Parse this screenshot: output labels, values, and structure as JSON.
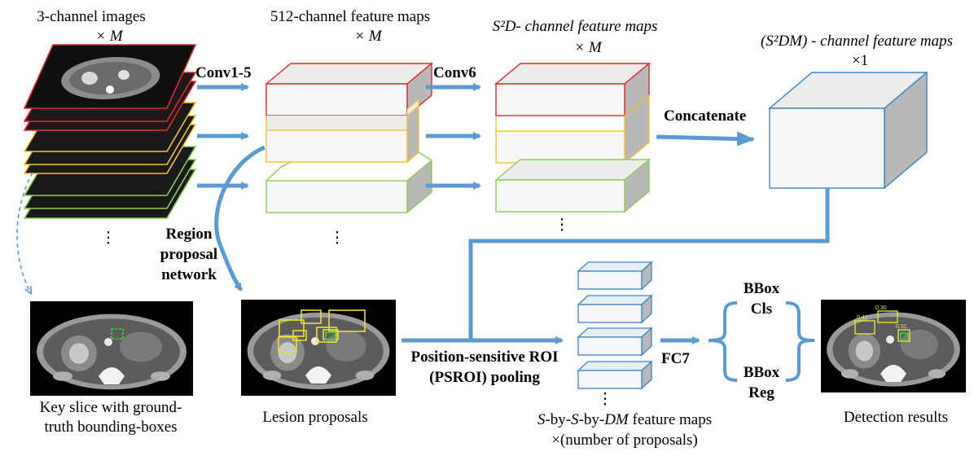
{
  "colors": {
    "arrow": "#5b9bd5",
    "red": "#e0292b",
    "yellow": "#f2c232",
    "green": "#8fcb5a",
    "blue_edge": "#3c86c4",
    "face_light": "#ececec",
    "face_dark": "#b8b8b8",
    "box_yellow": "#e8e032",
    "box_green": "#3bd63b"
  },
  "labels": {
    "input_title": "3-channel images",
    "input_multiplier": "× M",
    "feat512_title": "512-channel feature maps",
    "feat512_multiplier": "× M",
    "s2d_title": "S²D- channel feature maps",
    "s2d_multiplier": "× M",
    "concat_title": "(S²DM) - channel feature maps",
    "concat_multiplier": "×1",
    "conv15": "Conv1-5",
    "conv6": "Conv6",
    "concatenate": "Concatenate",
    "rpn_line1": "Region",
    "rpn_line2": "proposal",
    "rpn_line3": "network",
    "psroi_line1": "Position-sensitive ROI",
    "psroi_line2": "(PSROI) pooling",
    "fc7": "FC7",
    "bbox_cls_line1": "BBox",
    "bbox_cls_line2": "Cls",
    "bbox_reg_line1": "BBox",
    "bbox_reg_line2": "Reg",
    "keyslice_line1": "Key slice with ground-",
    "keyslice_line2": "truth bounding-boxes",
    "lesion_proposals": "Lesion proposals",
    "ssdm_line1": "S-by-S-by-DM feature maps",
    "ssdm_line2": "×(number of proposals)",
    "detection_results": "Detection results",
    "ellipsis": "⋮"
  },
  "detection_scores": [
    "0.47",
    "0.30",
    "0.91"
  ]
}
